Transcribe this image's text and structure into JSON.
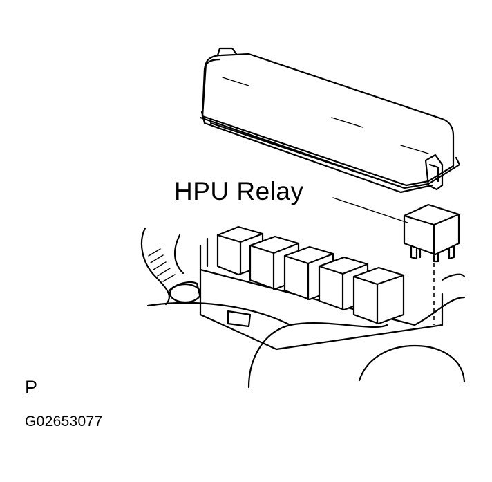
{
  "diagram": {
    "callout_label": "HPU Relay",
    "view_letter": "P",
    "figure_id": "G02653077"
  }
}
